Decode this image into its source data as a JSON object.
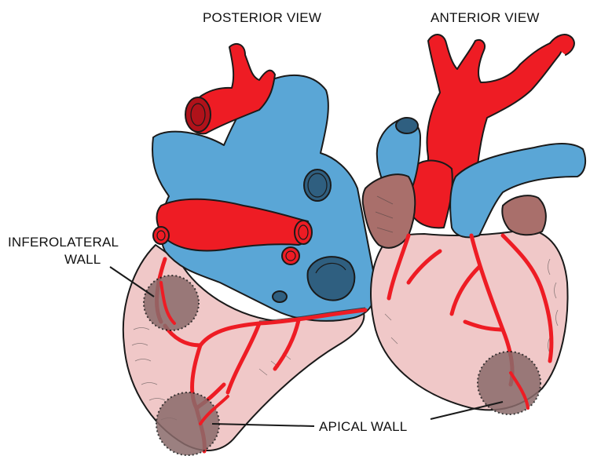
{
  "labels": {
    "posterior_view": "POSTERIOR  VIEW",
    "anterior_view": "ANTERIOR  VIEW",
    "inferolateral_line1": "INFEROLATERAL",
    "inferolateral_line2": "WALL",
    "apical_wall": "APICAL WALL"
  },
  "colors": {
    "myocardium": "#f0c8c8",
    "artery": "#ee1c24",
    "vein": "#5aa6d6",
    "atrium_appendage": "#a96f6b",
    "infarct_region": "#8a6b6b",
    "outline": "#1a1a1a"
  }
}
